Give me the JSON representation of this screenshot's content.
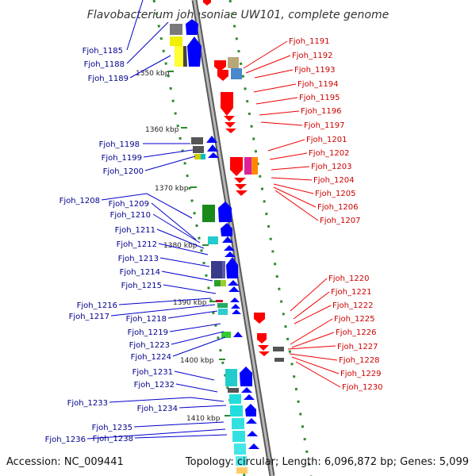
{
  "title": "Flavobacterium johnsoniae UW101, complete genome",
  "footer": {
    "accession": "Accession: NC_009441",
    "summary": "Topology: circular; Length: 6,096,872 bp; Genes: 5,099"
  },
  "ruler": [
    "1350 kbp",
    "1360 kbp",
    "1370 kbp",
    "1380 kbp",
    "1390 kbp",
    "1400 kbp",
    "1410 kbp"
  ],
  "left_labels": [
    "Fjoh_1185",
    "Fjoh_1188",
    "Fjoh_1189",
    "Fjoh_1198",
    "Fjoh_1199",
    "Fjoh_1200",
    "Fjoh_1208",
    "Fjoh_1209",
    "Fjoh_1210",
    "Fjoh_1211",
    "Fjoh_1212",
    "Fjoh_1213",
    "Fjoh_1214",
    "Fjoh_1215",
    "Fjoh_1216",
    "Fjoh_1217",
    "Fjoh_1218",
    "Fjoh_1219",
    "Fjoh_1223",
    "Fjoh_1224",
    "Fjoh_1231",
    "Fjoh_1232",
    "Fjoh_1233",
    "Fjoh_1234",
    "Fjoh_1235",
    "Fjoh_1236",
    "Fjoh_1238"
  ],
  "right_labels": [
    "Fjoh_1191",
    "Fjoh_1192",
    "Fjoh_1193",
    "Fjoh_1194",
    "Fjoh_1195",
    "Fjoh_1196",
    "Fjoh_1197",
    "Fjoh_1201",
    "Fjoh_1202",
    "Fjoh_1203",
    "Fjoh_1204",
    "Fjoh_1205",
    "Fjoh_1206",
    "Fjoh_1207",
    "Fjoh_1220",
    "Fjoh_1221",
    "Fjoh_1222",
    "Fjoh_1225",
    "Fjoh_1226",
    "Fjoh_1227",
    "Fjoh_1228",
    "Fjoh_1229",
    "Fjoh_1230"
  ],
  "colors": {
    "forward_strand": "#0000ff",
    "reverse_strand": "#ff0000",
    "left_label": "#00008b",
    "right_label": "#cc0000",
    "backbone": "#8c8c8c",
    "tick": "#2e8b2e"
  }
}
